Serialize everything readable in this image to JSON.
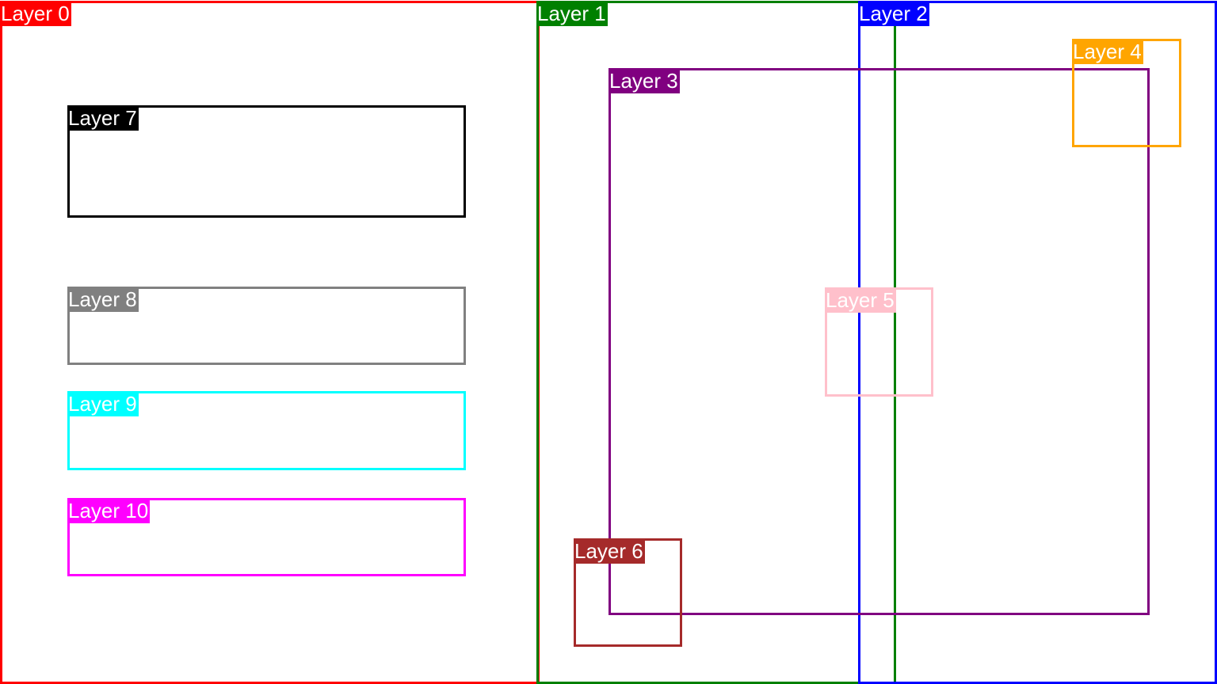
{
  "layers": [
    {
      "id": "layer-0",
      "label": "Layer 0",
      "color": "#ff0000"
    },
    {
      "id": "layer-1",
      "label": "Layer 1",
      "color": "#008000"
    },
    {
      "id": "layer-2",
      "label": "Layer 2",
      "color": "#0000ff"
    },
    {
      "id": "layer-3",
      "label": "Layer 3",
      "color": "#800080"
    },
    {
      "id": "layer-4",
      "label": "Layer 4",
      "color": "#ffa500"
    },
    {
      "id": "layer-5",
      "label": "Layer 5",
      "color": "#ffc0cb"
    },
    {
      "id": "layer-6",
      "label": "Layer 6",
      "color": "#a52a2a"
    },
    {
      "id": "layer-7",
      "label": "Layer 7",
      "color": "#000000"
    },
    {
      "id": "layer-8",
      "label": "Layer 8",
      "color": "#808080"
    },
    {
      "id": "layer-9",
      "label": "Layer 9",
      "color": "#00ffff"
    },
    {
      "id": "layer-10",
      "label": "Layer 10",
      "color": "#ff00ff"
    }
  ]
}
